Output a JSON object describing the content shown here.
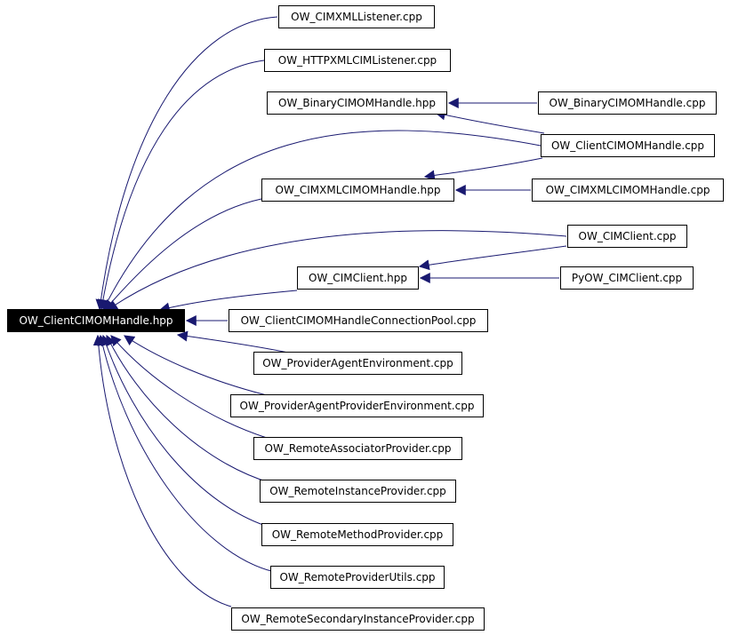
{
  "colors": {
    "edge": "#191970",
    "node_border": "#000000",
    "node_fill": "#ffffff",
    "root_fill": "#000000",
    "root_text": "#ffffff"
  },
  "nodes": {
    "root": "OW_ClientCIMOMHandle.hpp",
    "cimxml_listener": "OW_CIMXMLListener.cpp",
    "http_xml_listener": "OW_HTTPXMLCIMListener.cpp",
    "binary_hpp": "OW_BinaryCIMOMHandle.hpp",
    "binary_cpp": "OW_BinaryCIMOMHandle.cpp",
    "client_cimom_cpp": "OW_ClientCIMOMHandle.cpp",
    "cimxml_hpp": "OW_CIMXMLCIMOMHandle.hpp",
    "cimxml_cpp": "OW_CIMXMLCIMOMHandle.cpp",
    "cimclient_cpp": "OW_CIMClient.cpp",
    "cimclient_hpp": "OW_CIMClient.hpp",
    "py_cimclient_cpp": "PyOW_CIMClient.cpp",
    "conn_pool": "OW_ClientCIMOMHandleConnectionPool.cpp",
    "provider_agent_env": "OW_ProviderAgentEnvironment.cpp",
    "provider_agent_provider_env": "OW_ProviderAgentProviderEnvironment.cpp",
    "remote_associator": "OW_RemoteAssociatorProvider.cpp",
    "remote_instance": "OW_RemoteInstanceProvider.cpp",
    "remote_method": "OW_RemoteMethodProvider.cpp",
    "remote_utils": "OW_RemoteProviderUtils.cpp",
    "remote_secondary": "OW_RemoteSecondaryInstanceProvider.cpp"
  }
}
